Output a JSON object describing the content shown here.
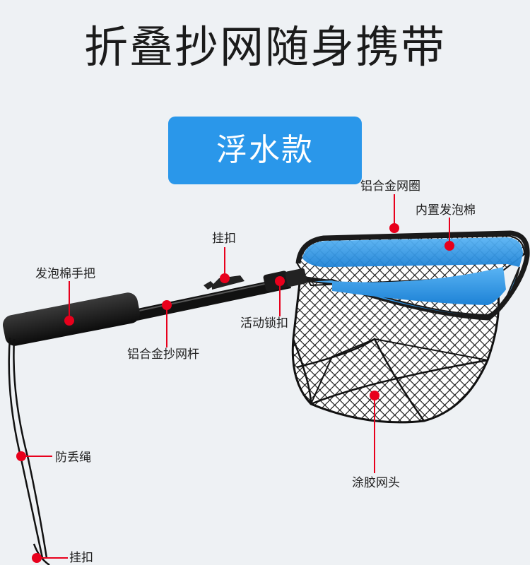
{
  "title": "折叠抄网随身携带",
  "badge": "浮水款",
  "labels": {
    "hoop": "铝合金网圈",
    "foam_inner": "内置发泡棉",
    "clip_top": "挂扣",
    "handle": "发泡棉手把",
    "lock": "活动锁扣",
    "pole": "铝合金抄网杆",
    "lanyard": "防丢绳",
    "net_head": "涂胶网头",
    "clip_bottom": "挂扣"
  },
  "colors": {
    "accent": "#2a97ea",
    "marker": "#e8001c",
    "background": "#eef1f4"
  }
}
